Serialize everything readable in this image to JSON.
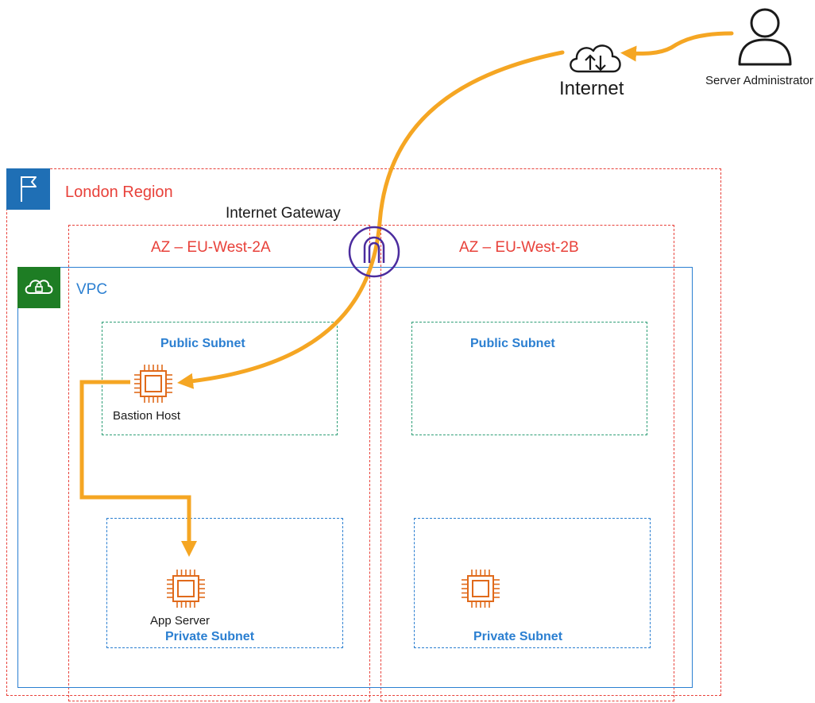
{
  "diagram": {
    "region": {
      "label": "London Region"
    },
    "gateway": {
      "label": "Internet Gateway"
    },
    "internet": {
      "label": "Internet"
    },
    "admin": {
      "label": "Server Administrator"
    },
    "availability_zones": [
      {
        "label": "AZ – EU-West-2A"
      },
      {
        "label": "AZ – EU-West-2B"
      }
    ],
    "vpc": {
      "label": "VPC"
    },
    "subnets": [
      {
        "label": "Public Subnet"
      },
      {
        "label": "Private Subnet"
      },
      {
        "label": "Public Subnet"
      },
      {
        "label": "Private Subnet"
      }
    ],
    "hosts": [
      {
        "label": "Bastion Host"
      },
      {
        "label": "App Server"
      }
    ]
  },
  "colors": {
    "region_border": "#e8413a",
    "vpc_border": "#2b7fd1",
    "public_subnet_border": "#2e9e76",
    "private_subnet_border": "#2b7fd1",
    "region_badge": "#1f6fb5",
    "vpc_badge": "#1e7d24",
    "gateway_ring": "#4b2c9e",
    "instance_icon": "#e06a1b",
    "flow_arrow": "#f5a623"
  },
  "icons": [
    "flag-icon",
    "cloud-lock-icon",
    "cloud-upload-download-icon",
    "user-icon",
    "internet-gateway-icon",
    "ec2-instance-icon"
  ]
}
